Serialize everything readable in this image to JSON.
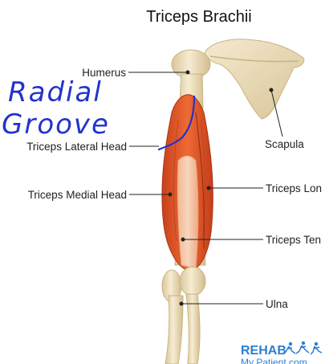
{
  "title": "Triceps Brachii",
  "annotation": {
    "line1": "Radial",
    "line2": "Groove",
    "color": "#2233cc"
  },
  "labels": {
    "humerus": "Humerus",
    "triceps_lateral_head": "Triceps Lateral Head",
    "triceps_medial_head": "Triceps Medial Head",
    "scapula": "Scapula",
    "triceps_long_head": "Triceps Lon",
    "triceps_tendon": "Triceps Ten",
    "ulna": "Ulna"
  },
  "logo": {
    "name": "REHAB",
    "sub": "My Patient.com"
  },
  "colors": {
    "bone": "#efe3c2",
    "bone_shadow": "#d7c497",
    "muscle": "#e0562a",
    "muscle_light": "#f09a6a",
    "logo": "#2a7fd4"
  }
}
